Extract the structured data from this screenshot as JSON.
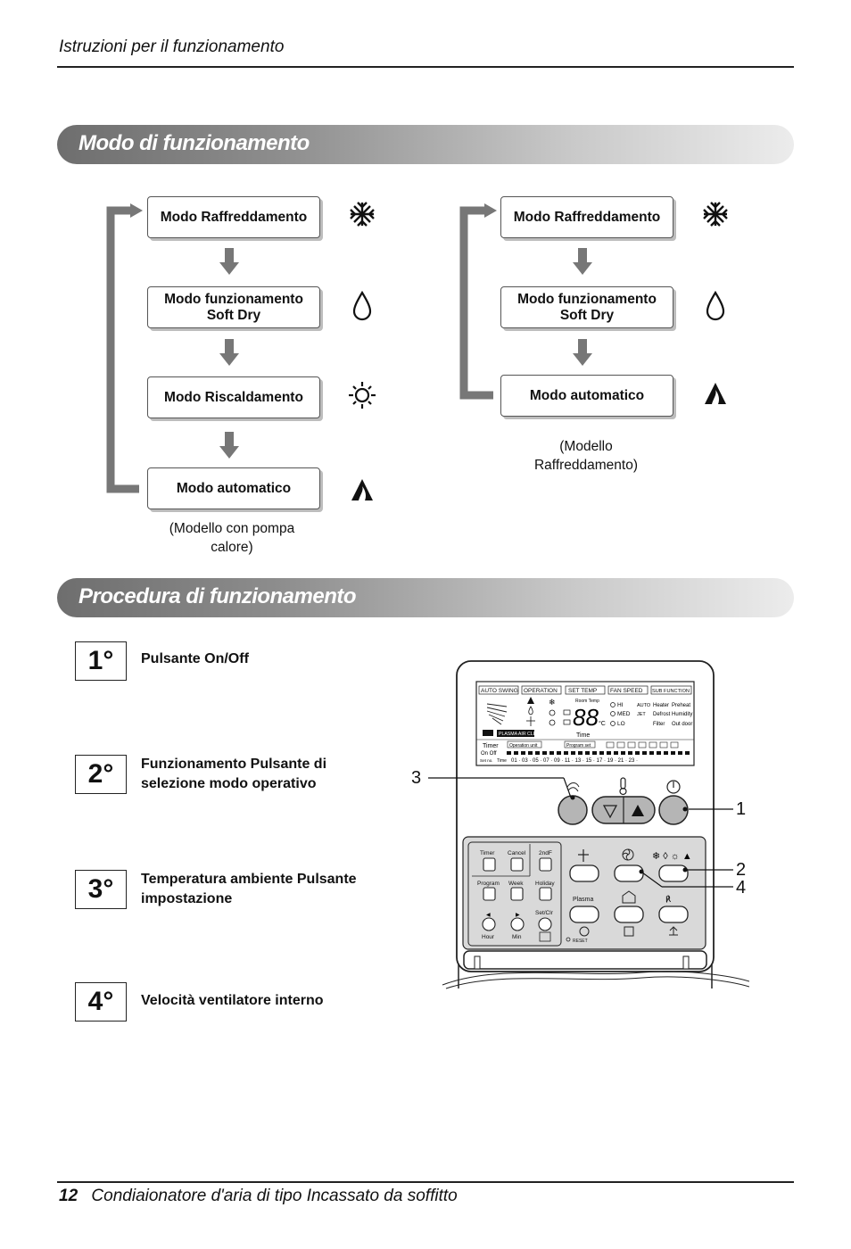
{
  "header": {
    "title": "Istruzioni per il funzionamento"
  },
  "section1": {
    "title": "Modo di funzionamento",
    "heat_pump": {
      "modes": [
        {
          "label": "Modo Raffreddamento",
          "icon": "snowflake-icon"
        },
        {
          "label": "Modo funzionamento\nSoft Dry",
          "icon": "droplet-icon"
        },
        {
          "label": "Modo Riscaldamento",
          "icon": "sun-icon"
        },
        {
          "label": "Modo automatico",
          "icon": "auto-mode-icon"
        }
      ],
      "caption": "(Modello con pompa\ncalore)"
    },
    "cooling": {
      "modes": [
        {
          "label": "Modo Raffreddamento",
          "icon": "snowflake-icon"
        },
        {
          "label": "Modo funzionamento\nSoft Dry",
          "icon": "droplet-icon"
        },
        {
          "label": "Modo automatico",
          "icon": "auto-mode-icon"
        }
      ],
      "caption": "(Modello\nRaffreddamento)"
    }
  },
  "section2": {
    "title": "Procedura di funzionamento",
    "steps": [
      {
        "num": "1°",
        "label": "Pulsante On/Off"
      },
      {
        "num": "2°",
        "label": "Funzionamento Pulsante di selezione modo operativo"
      },
      {
        "num": "3°",
        "label": "Temperatura ambiente Pulsante impostazione"
      },
      {
        "num": "4°",
        "label": "Velocità ventilatore interno"
      }
    ],
    "callouts": [
      "1",
      "2",
      "3",
      "4"
    ]
  },
  "remote": {
    "lcd": {
      "tabs": [
        "AUTO SWING",
        "OPERATION",
        "SET TEMP",
        "FAN SPEED",
        "SUB FUNCTION"
      ],
      "digits": "88",
      "unit": "°C",
      "room_temp": "Room Temp",
      "fan_labels": [
        "HI",
        "MED",
        "LO"
      ],
      "fan_extra": [
        "AUTO",
        "JET"
      ],
      "sub_functions": [
        "Heater",
        "Preheat",
        "Defrost",
        "Humidity",
        "Filter",
        "Out door"
      ],
      "plasma": "PLASMA AIR CLEAN",
      "time": "Time",
      "timer": "Timer",
      "on_off": "On  Off",
      "operation_unit": "Operation unit",
      "program_set": "Program set",
      "set_no": "Set no.",
      "time_short": "Time",
      "hours": "01 · 03 · 05 · 07 · 09 · 11 · 13 · 15 · 17 · 19 · 21 · 23 ·"
    },
    "buttons": {
      "timer": "Timer",
      "cancel": "Cancel",
      "second_f": "2ndF",
      "program": "Program",
      "week": "Week",
      "holiday": "Holiday",
      "set_clr": "Set/Clr",
      "hour": "Hour",
      "min": "Min",
      "plasma": "Plasma",
      "reset": "RESET"
    }
  },
  "footer": {
    "page_number": "12",
    "text": "Condiaionatore d'aria di tipo Incassato da soffitto"
  }
}
